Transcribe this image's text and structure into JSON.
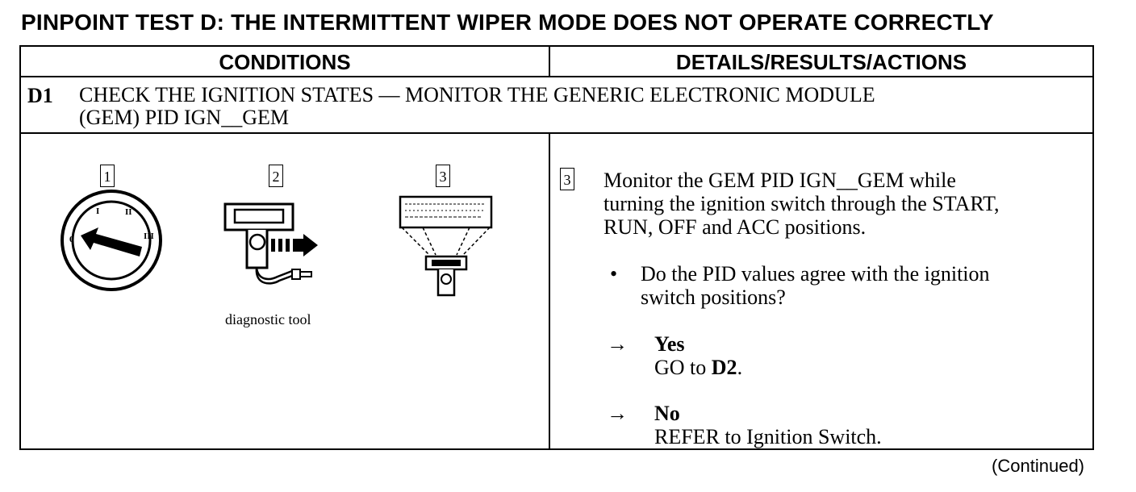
{
  "title": "PINPOINT TEST D: THE INTERMITTENT WIPER MODE DOES NOT OPERATE CORRECTLY",
  "columns": {
    "conditions": "CONDITIONS",
    "details": "DETAILS/RESULTS/ACTIONS"
  },
  "step": {
    "id": "D1",
    "title_line1": "CHECK THE IGNITION STATES — MONITOR THE GENERIC ELECTRONIC MODULE",
    "title_line2": "(GEM) PID IGN__GEM"
  },
  "figures": [
    {
      "number": "1",
      "icon": "ignition-key-switch-icon",
      "switch_marks": [
        "0",
        "I",
        "II",
        "III"
      ]
    },
    {
      "number": "2",
      "icon": "diagnostic-tool-connector-icon",
      "caption": "diagnostic tool"
    },
    {
      "number": "3",
      "icon": "diagnostic-tool-screen-icon"
    }
  ],
  "details": {
    "step_number": "3",
    "instruction_line1": "Monitor the GEM PID IGN__GEM while",
    "instruction_line2": "turning the ignition switch through the START,",
    "instruction_line3": "RUN, OFF and ACC positions.",
    "bullet": "•",
    "question_line1": "Do the PID values agree with the ignition",
    "question_line2": "switch positions?",
    "arrow": "→",
    "yes_label": "Yes",
    "yes_action_prefix": "GO to ",
    "yes_action_target": "D2",
    "yes_action_suffix": ".",
    "no_label": "No",
    "no_action": "REFER to Ignition Switch."
  },
  "footer": "(Continued)"
}
